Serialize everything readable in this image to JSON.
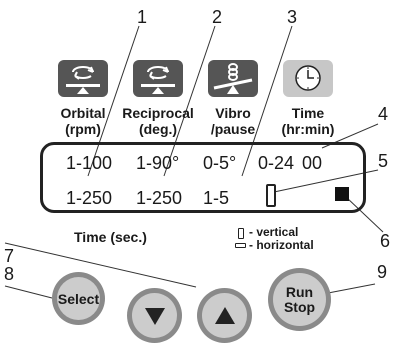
{
  "modes": [
    {
      "icon": "orbital-rotation-icon",
      "label_line1": "Orbital",
      "label_line2": "(rpm)"
    },
    {
      "icon": "reciprocal-rotation-icon",
      "label_line1": "Reciprocal",
      "label_line2": "(deg.)"
    },
    {
      "icon": "vibro-spring-icon",
      "label_line1": "Vibro",
      "label_line2": "/pause"
    },
    {
      "icon": "clock-icon",
      "label_line1": "Time",
      "label_line2": "(hr:min)"
    }
  ],
  "display": {
    "row1": [
      "1-100",
      "1-90°",
      "0-5°",
      "0-24",
      "00"
    ],
    "row2": [
      "1-250",
      "1-250",
      "1-5"
    ]
  },
  "time_label": "Time (sec.)",
  "legend": {
    "vertical": "- vertical",
    "horizontal": "- horizontal"
  },
  "buttons": {
    "select": "Select",
    "run": "Run",
    "stop": "Stop"
  },
  "callouts": [
    "1",
    "2",
    "3",
    "4",
    "5",
    "6",
    "7",
    "8",
    "9"
  ]
}
